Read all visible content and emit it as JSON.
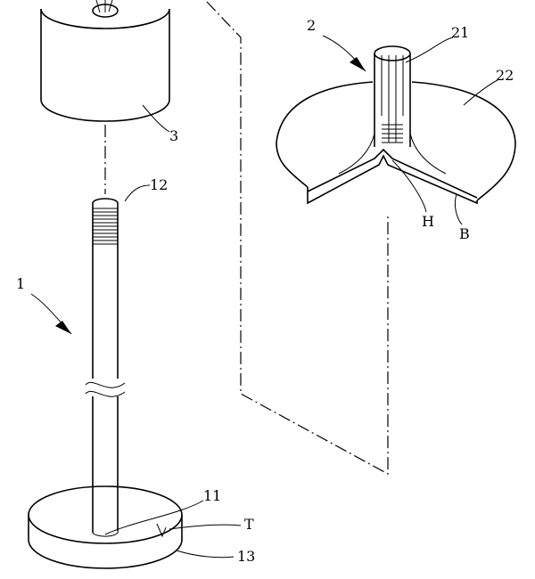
{
  "labels": {
    "assembly_2": "2",
    "tube_21": "21",
    "dish_22": "22",
    "cylinder_3": "3",
    "thread_12": "12",
    "assembly_1": "1",
    "hole_H": "H",
    "bottom_B": "B",
    "joint_11": "11",
    "top_T": "T",
    "base_13": "13"
  }
}
